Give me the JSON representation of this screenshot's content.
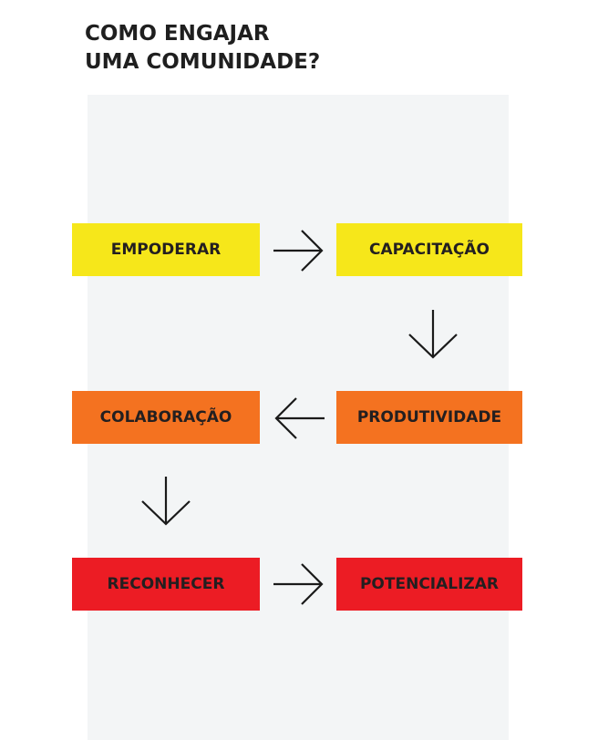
{
  "title": {
    "line1": "COMO ENGAJAR",
    "line2": "UMA COMUNIDADE?"
  },
  "steps": [
    {
      "id": "empoderar",
      "label": "EMPODERAR",
      "color": "#f6e71a"
    },
    {
      "id": "capacitacao",
      "label": "CAPACITAÇÃO",
      "color": "#f6e71a"
    },
    {
      "id": "produtividade",
      "label": "PRODUTIVIDADE",
      "color": "#f47220"
    },
    {
      "id": "colaboracao",
      "label": "COLABORAÇÃO",
      "color": "#f47220"
    },
    {
      "id": "reconhecer",
      "label": "RECONHECER",
      "color": "#ec1c24"
    },
    {
      "id": "potencializar",
      "label": "POTENCIALIZAR",
      "color": "#ec1c24"
    }
  ],
  "colors": {
    "panel": "#f3f5f6",
    "text": "#231f20",
    "arrow": "#1a1a1a"
  }
}
